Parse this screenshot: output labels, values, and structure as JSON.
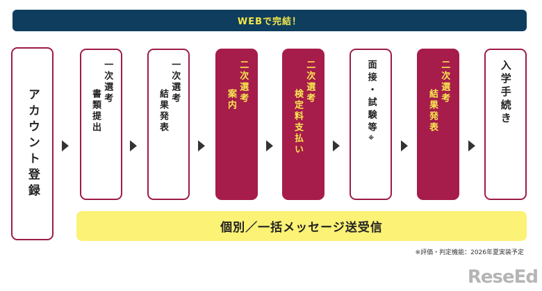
{
  "banner": "WEBで完結！",
  "steps": [
    {
      "lines": [
        "アカウント登録"
      ]
    },
    {
      "lines": [
        "一次選考",
        "書類提出"
      ]
    },
    {
      "lines": [
        "一次選考",
        "結果発表"
      ]
    },
    {
      "lines": [
        "二次選考",
        "案内"
      ]
    },
    {
      "lines": [
        "二次選考",
        "検定料支払い"
      ]
    },
    {
      "lines": [
        "面接・試験等"
      ],
      "mark": "※"
    },
    {
      "lines": [
        "二次選考",
        "結果発表"
      ]
    },
    {
      "lines": [
        "入学手続き"
      ]
    }
  ],
  "message_bar": "個別／一括メッセージ送受信",
  "footnote": "※評価・判定機能：2026年夏実装予定",
  "logo": "ReseEd",
  "colors": {
    "banner_bg": "#0f3d5e",
    "banner_text": "#f6e84a",
    "accent": "#a61c4b",
    "filled_text": "#f8e84f",
    "message_bg": "#fbf276"
  }
}
